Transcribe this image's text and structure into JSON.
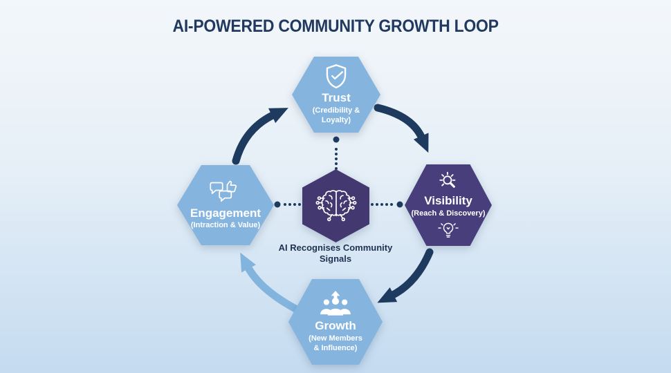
{
  "title": "AI-POWERED COMMUNITY GROWTH LOOP",
  "center": {
    "icon": "brain-circuit",
    "label": "AI Recognises Community\nSignals"
  },
  "nodes": [
    {
      "id": "trust",
      "position": "top",
      "title": "Trust",
      "subtitle": "(Credibility &\nLoyalty)",
      "icon": "shield-check",
      "color": "#85B5DE"
    },
    {
      "id": "visibility",
      "position": "right",
      "title": "Visibility",
      "subtitle": "(Reach & Discovery)",
      "icon": "search-rays",
      "icon_secondary": "lightbulb",
      "color": "#483E7B"
    },
    {
      "id": "growth",
      "position": "bottom",
      "title": "Growth",
      "subtitle": "(New Members\n& Influence)",
      "icon": "people-up-arrow",
      "color": "#85B5DE"
    },
    {
      "id": "engagement",
      "position": "left",
      "title": "Engagement",
      "subtitle": "(Intraction & Value)",
      "icon": "chat-thumbs-up",
      "color": "#85B5DE"
    }
  ],
  "flow": [
    "engagement -> trust",
    "trust -> visibility",
    "visibility -> growth",
    "growth -> engagement"
  ],
  "colors": {
    "bg_top": "#F3F7FA",
    "bg_bottom": "#C4DBF0",
    "hex_blue": "#85B5DE",
    "hex_purple": "#483E7B",
    "hex_purple_center": "#433970",
    "arrow_dark": "#1E3A5F",
    "arrow_light": "#82B4DD",
    "title_text": "#21395E",
    "label_text": "#1F3150",
    "dot": "#1E3A5F",
    "node_text": "#FFFFFF"
  }
}
